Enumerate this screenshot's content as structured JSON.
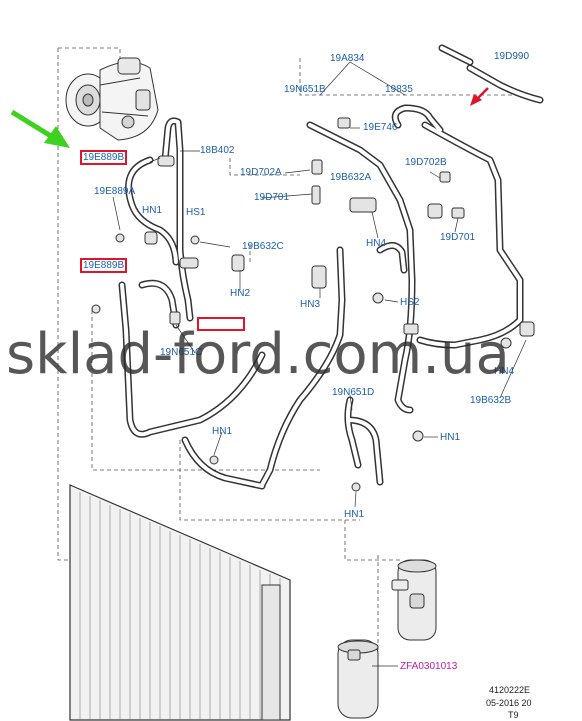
{
  "labels": {
    "l_19a834": "19A834",
    "l_19d990": "19D990",
    "l_19n651b": "19N651B",
    "l_19835": "19835",
    "l_19e746": "19E746",
    "l_19e889b_top": "19E889B",
    "l_18b402": "18B402",
    "l_19d702a": "19D702A",
    "l_19b632a": "19B632A",
    "l_19d702b": "19D702B",
    "l_19e889a": "19E889A",
    "l_19d701_left": "19D701",
    "l_hn1_a": "HN1",
    "l_hs1": "HS1",
    "l_19b632c": "19B632C",
    "l_hn4_a": "HN4",
    "l_19d701_right": "19D701",
    "l_19e889b_mid": "19E889B",
    "l_hn2": "HN2",
    "l_hn3": "HN3",
    "l_hs2": "HS2",
    "l_19n651c": "19N651C",
    "l_hn4_b": "HN4",
    "l_19b632b": "19B632B",
    "l_19n651d": "19N651D",
    "l_hn1_b": "HN1",
    "l_hn1_c": "HN1",
    "l_hn1_d": "HN1",
    "l_zfa": "ZFA0301013"
  },
  "watermark": "sklad-ford.com.ua",
  "footer": {
    "code": "4120222E",
    "date": "05-2016 20",
    "variant": "T9"
  },
  "colors": {
    "label_blue": "#1b5fb3",
    "highlight_red": "#e0152a",
    "callout_magenta": "#c21bb1",
    "pointer_green": "#3ed11f",
    "line_gray": "#333333"
  }
}
